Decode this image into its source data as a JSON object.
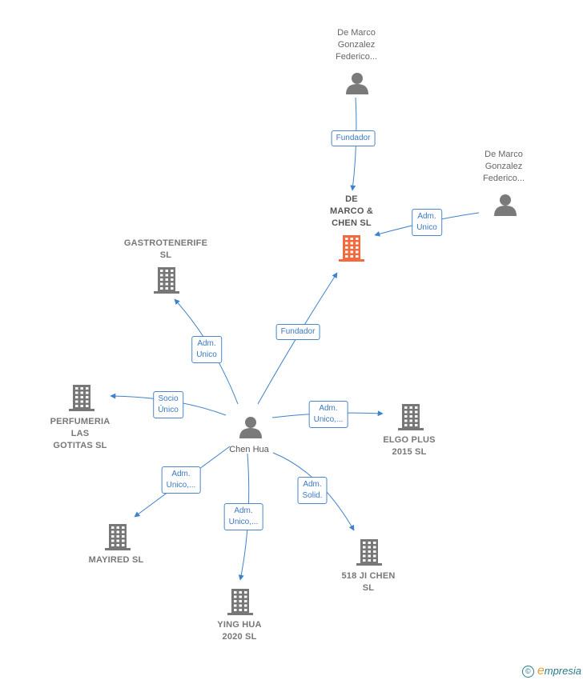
{
  "nodes": [
    {
      "id": "demarco1",
      "kind": "person",
      "lines": [
        "De Marco",
        "Gonzalez",
        "Federico..."
      ]
    },
    {
      "id": "demarco2",
      "kind": "person",
      "lines": [
        "De Marco",
        "Gonzalez",
        "Federico..."
      ]
    },
    {
      "id": "dmchen",
      "kind": "company-main",
      "lines": [
        "DE",
        "MARCO &",
        "CHEN  SL"
      ]
    },
    {
      "id": "gastro",
      "kind": "company",
      "lines": [
        "GASTROTENERIFE",
        "SL"
      ]
    },
    {
      "id": "perf",
      "kind": "company",
      "lines": [
        "PERFUMERIA",
        "LAS",
        "GOTITAS  SL"
      ]
    },
    {
      "id": "chenhua",
      "kind": "person-main",
      "lines": [
        "Chen Hua"
      ]
    },
    {
      "id": "elgo",
      "kind": "company",
      "lines": [
        "ELGO PLUS",
        "2015  SL"
      ]
    },
    {
      "id": "mayired",
      "kind": "company",
      "lines": [
        "MAYIRED  SL"
      ]
    },
    {
      "id": "ji",
      "kind": "company",
      "lines": [
        "518 JI CHEN",
        "SL"
      ]
    },
    {
      "id": "ying",
      "kind": "company",
      "lines": [
        "YING HUA",
        "2020  SL"
      ]
    }
  ],
  "edges": [
    {
      "from": "demarco1",
      "to": "dmchen",
      "label": [
        "Fundador"
      ]
    },
    {
      "from": "demarco2",
      "to": "dmchen",
      "label": [
        "Adm.",
        "Unico"
      ]
    },
    {
      "from": "chenhua",
      "to": "dmchen",
      "label": [
        "Fundador"
      ]
    },
    {
      "from": "chenhua",
      "to": "gastro",
      "label": [
        "Adm.",
        "Unico"
      ]
    },
    {
      "from": "chenhua",
      "to": "perf",
      "label": [
        "Socio",
        "Único"
      ]
    },
    {
      "from": "chenhua",
      "to": "elgo",
      "label": [
        "Adm.",
        "Unico,..."
      ]
    },
    {
      "from": "chenhua",
      "to": "mayired",
      "label": [
        "Adm.",
        "Unico,..."
      ]
    },
    {
      "from": "chenhua",
      "to": "ying",
      "label": [
        "Adm.",
        "Unico,..."
      ]
    },
    {
      "from": "chenhua",
      "to": "ji",
      "label": [
        "Adm.",
        "Solid."
      ]
    }
  ],
  "colors": {
    "edge": "#3f82cc",
    "company": "#777777",
    "company_main": "#f26a3d",
    "person": "#7a7a7a"
  },
  "footer": {
    "brand": "mpresia",
    "brand_initial": "e",
    "copyright_symbol": "©"
  }
}
